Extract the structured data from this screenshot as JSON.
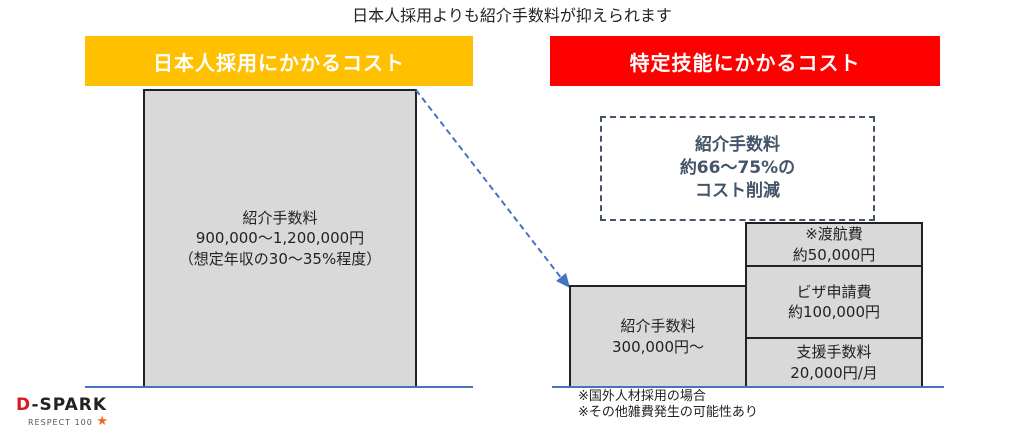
{
  "title": "日本人採用よりも紹介手数料が抑えられます",
  "left": {
    "header": "日本人採用にかかるコスト",
    "box": [
      "紹介手数料",
      "900,000〜1,200,000円",
      "（想定年収の30〜35%程度）"
    ]
  },
  "right": {
    "header": "特定技能にかかるコスト",
    "saving": [
      "紹介手数料",
      "約66〜75%の",
      "コスト削減"
    ],
    "fee_box": [
      "紹介手数料",
      "300,000円〜"
    ],
    "travel": [
      "※渡航費",
      "約50,000円"
    ],
    "visa": [
      "ビザ申請費",
      "約100,000円"
    ],
    "support": [
      "支援手数料",
      "20,000円/月"
    ],
    "notes": [
      "※国外人材採用の場合",
      "※その他雑費発生の可能性あり"
    ]
  },
  "logo": {
    "name": "D-SPARK",
    "tagline": "RESPECT 100"
  },
  "colors": {
    "left_header": "#FFC000",
    "right_header": "#FF0000",
    "baseline": "#4472C4"
  }
}
